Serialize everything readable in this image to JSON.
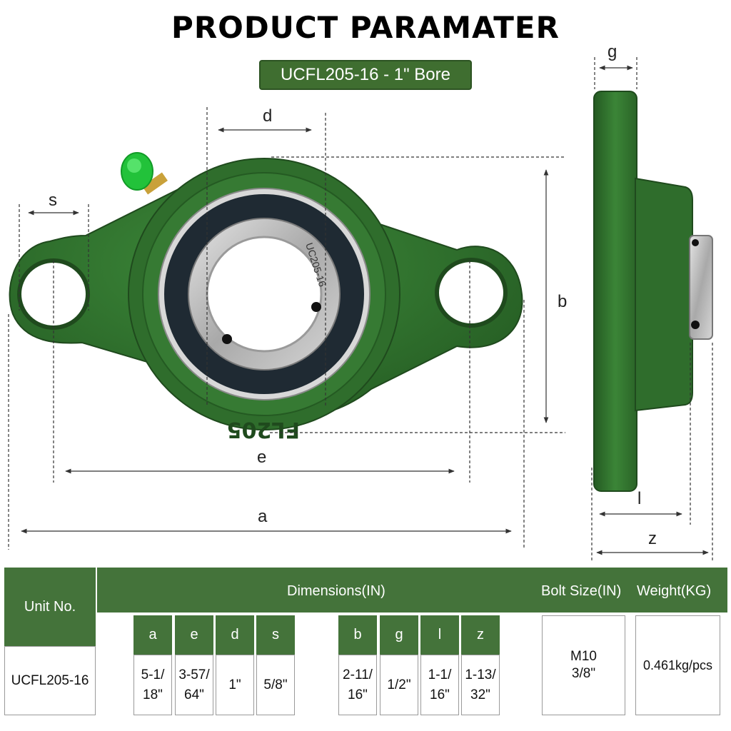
{
  "title": "PRODUCT PARAMATER",
  "badge": "UCFL205-16 - 1\" Bore",
  "diagram": {
    "labels": {
      "g": "g",
      "d": "d",
      "s": "s",
      "b": "b",
      "e": "e",
      "a": "a",
      "l": "l",
      "z": "z"
    },
    "casting_mark": "UC205-16",
    "housing_mark": "FL205",
    "colors": {
      "housing": "#2e6e2a",
      "bearing_ring": "#1f2a33",
      "race": "#b8b8b8",
      "grease_nipple": "#22c23a"
    }
  },
  "table": {
    "unit_header": "Unit No.",
    "dimensions_header": "Dimensions(IN)",
    "bolt_header": "Bolt Size(IN)",
    "weight_header": "Weight(KG)",
    "unit_value": "UCFL205-16",
    "columns": [
      {
        "key": "a",
        "l1": "5-1/",
        "l2": "18\""
      },
      {
        "key": "e",
        "l1": "3-57/",
        "l2": "64\""
      },
      {
        "key": "d",
        "l1": "1\"",
        "l2": ""
      },
      {
        "key": "s",
        "l1": "5/8\"",
        "l2": ""
      },
      {
        "key": "b",
        "l1": "2-11/",
        "l2": "16\""
      },
      {
        "key": "g",
        "l1": "1/2\"",
        "l2": ""
      },
      {
        "key": "l",
        "l1": "1-1/",
        "l2": "16\""
      },
      {
        "key": "z",
        "l1": "1-13/",
        "l2": "32\""
      }
    ],
    "bolt_l1": "M10",
    "bolt_l2": "3/8\"",
    "weight_value": "0.461kg/pcs",
    "colors": {
      "header_green": "#44733a",
      "border": "#9a9a9a"
    }
  }
}
